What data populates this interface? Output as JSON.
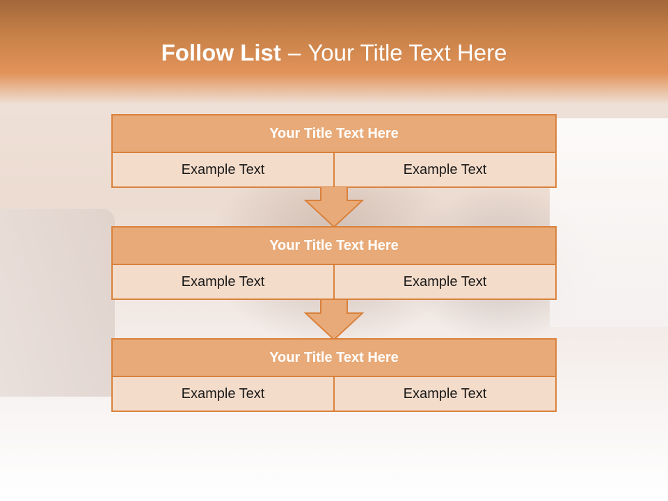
{
  "slide": {
    "title_bold": "Follow List",
    "title_dash": "–",
    "title_rest": "Your Title Text Here"
  },
  "blocks": [
    {
      "heading": "Your Title Text Here",
      "cells": [
        "Example Text",
        "Example Text"
      ]
    },
    {
      "heading": "Your Title Text Here",
      "cells": [
        "Example Text",
        "Example Text"
      ]
    },
    {
      "heading": "Your Title Text Here",
      "cells": [
        "Example Text",
        "Example Text"
      ]
    }
  ],
  "colors": {
    "header_band": "#c88248",
    "block_heading_fill": "#e8aa78",
    "block_cell_fill": "#f4dcca",
    "border": "#d9813c"
  }
}
